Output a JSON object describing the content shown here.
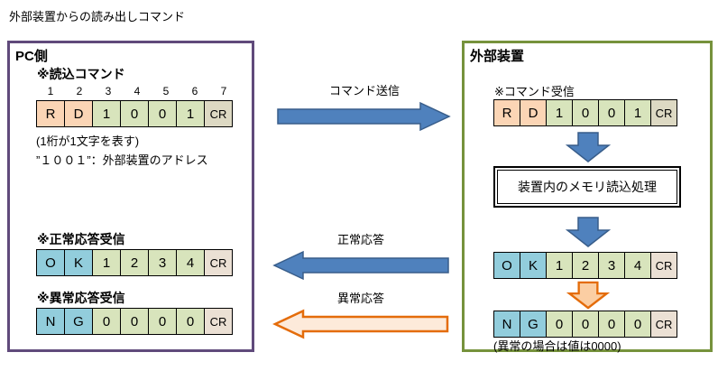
{
  "title": "外部装置からの読み出しコマンド",
  "colors": {
    "pc_panel_border": "#604A7B",
    "device_panel_border": "#76923C",
    "cell_peach": "#FBD5B5",
    "cell_green": "#D8E4BC",
    "cell_blue": "#92CDDC",
    "cell_tan": "#DDD9C3",
    "cell_tan_light": "#EBE0D4",
    "arrow_blue_fill": "#4F81BD",
    "arrow_blue_stroke": "#385D8A",
    "arrow_orange_stroke": "#E46C0A",
    "arrow_orange_fill_light": "#FDEADA",
    "arrow_orange_fill": "#FBCEA3"
  },
  "pc_panel": {
    "title": "PC側",
    "read_command": {
      "label": "※読込コマンド",
      "digit_headers": [
        "1",
        "2",
        "3",
        "4",
        "5",
        "6",
        "7"
      ],
      "cells": [
        "R",
        "D",
        "1",
        "0",
        "0",
        "1",
        "CR"
      ],
      "note1": "(1桁が1文字を表す)",
      "note2": "”１００１”：外部装置のアドレス"
    },
    "normal_response": {
      "label": "※正常応答受信",
      "cells": [
        "O",
        "K",
        "1",
        "2",
        "3",
        "4",
        "CR"
      ]
    },
    "error_response": {
      "label": "※異常応答受信",
      "cells": [
        "N",
        "G",
        "0",
        "0",
        "0",
        "0",
        "CR"
      ]
    }
  },
  "middle": {
    "command_send": "コマンド送信",
    "normal_response": "正常応答",
    "error_response": "異常応答"
  },
  "device_panel": {
    "title": "外部装置",
    "command_receive": {
      "label": "※コマンド受信",
      "cells": [
        "R",
        "D",
        "1",
        "0",
        "0",
        "1",
        "CR"
      ]
    },
    "process_box": "装置内のメモリ読込処理",
    "ok_response": {
      "cells": [
        "O",
        "K",
        "1",
        "2",
        "3",
        "4",
        "CR"
      ]
    },
    "ng_response": {
      "cells": [
        "N",
        "G",
        "0",
        "0",
        "0",
        "0",
        "CR"
      ]
    },
    "note": "(異常の場合は値は0000)"
  }
}
